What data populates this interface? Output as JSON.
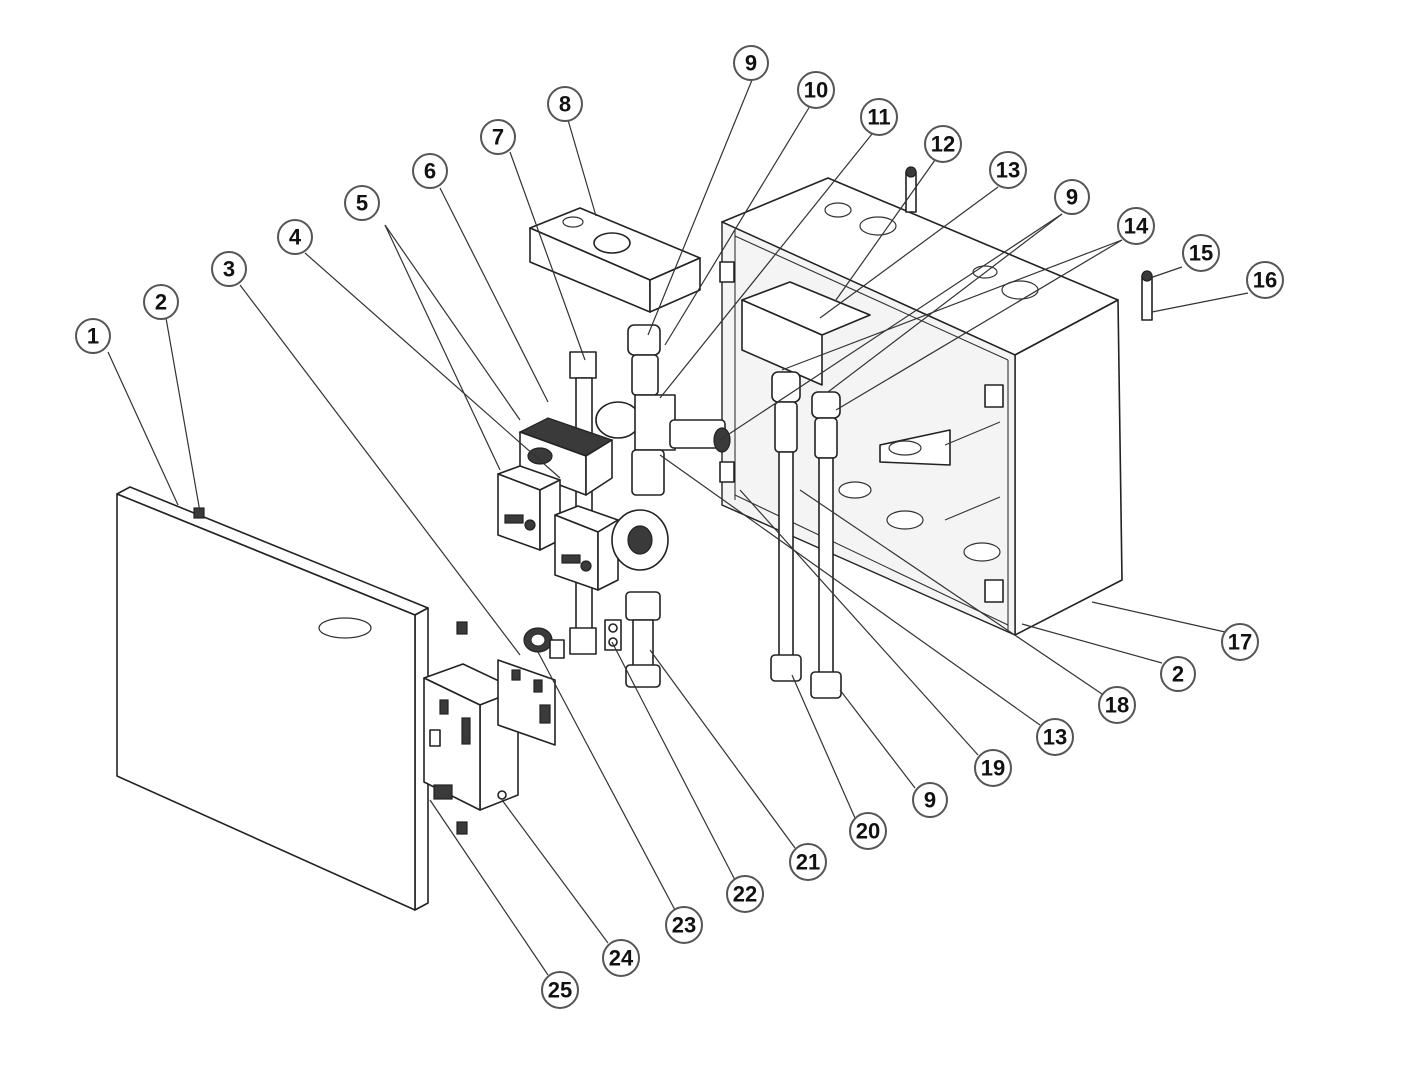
{
  "diagram": {
    "callouts": [
      {
        "id": "c1",
        "label": "1"
      },
      {
        "id": "c2a",
        "label": "2"
      },
      {
        "id": "c3",
        "label": "3"
      },
      {
        "id": "c4",
        "label": "4"
      },
      {
        "id": "c5",
        "label": "5"
      },
      {
        "id": "c6",
        "label": "6"
      },
      {
        "id": "c7",
        "label": "7"
      },
      {
        "id": "c8",
        "label": "8"
      },
      {
        "id": "c9a",
        "label": "9"
      },
      {
        "id": "c10",
        "label": "10"
      },
      {
        "id": "c11",
        "label": "11"
      },
      {
        "id": "c12",
        "label": "12"
      },
      {
        "id": "c13a",
        "label": "13"
      },
      {
        "id": "c9b",
        "label": "9"
      },
      {
        "id": "c14",
        "label": "14"
      },
      {
        "id": "c15",
        "label": "15"
      },
      {
        "id": "c16",
        "label": "16"
      },
      {
        "id": "c17",
        "label": "17"
      },
      {
        "id": "c2b",
        "label": "2"
      },
      {
        "id": "c18",
        "label": "18"
      },
      {
        "id": "c13b",
        "label": "13"
      },
      {
        "id": "c19",
        "label": "19"
      },
      {
        "id": "c9c",
        "label": "9"
      },
      {
        "id": "c20",
        "label": "20"
      },
      {
        "id": "c21",
        "label": "21"
      },
      {
        "id": "c22",
        "label": "22"
      },
      {
        "id": "c23",
        "label": "23"
      },
      {
        "id": "c24",
        "label": "24"
      },
      {
        "id": "c25",
        "label": "25"
      }
    ]
  }
}
